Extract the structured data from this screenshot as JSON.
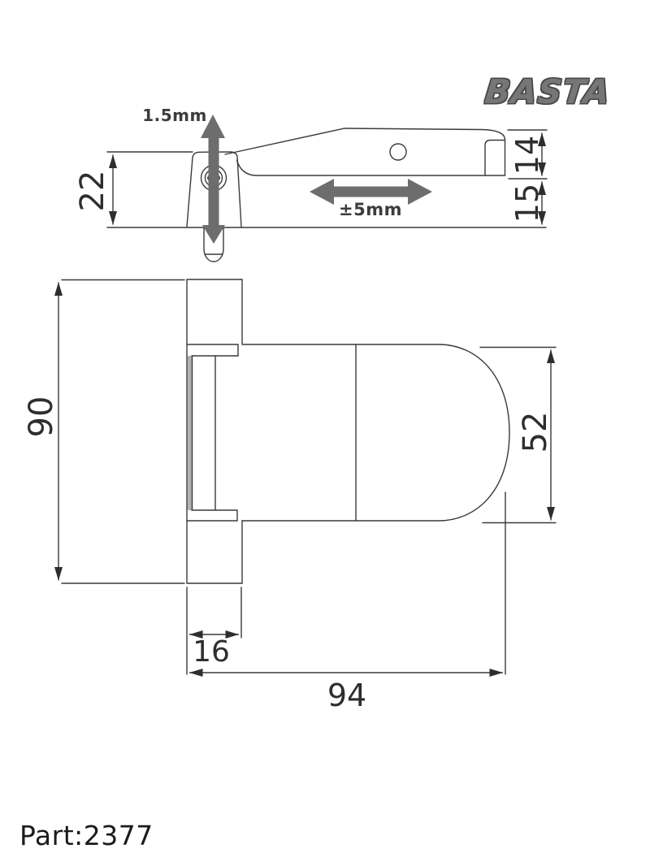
{
  "header": {
    "brand_logo": "BASTA"
  },
  "footer": {
    "part_label": "Part:2377"
  },
  "side_view": {
    "annotations": {
      "vertical_adjustment": "1.5mm",
      "horizontal_adjustment": "±5mm"
    },
    "dimensions": {
      "left_height": "22",
      "arm_thickness": "14",
      "plate_thickness": "15"
    }
  },
  "front_view": {
    "dimensions": {
      "overall_height": "90",
      "body_height": "52",
      "plate_width": "16",
      "overall_length": "94"
    }
  },
  "colors": {
    "line": "#3a3a3a",
    "arrow": "#6d6d6d",
    "logo": "#767676",
    "text": "#1b1b1b"
  }
}
